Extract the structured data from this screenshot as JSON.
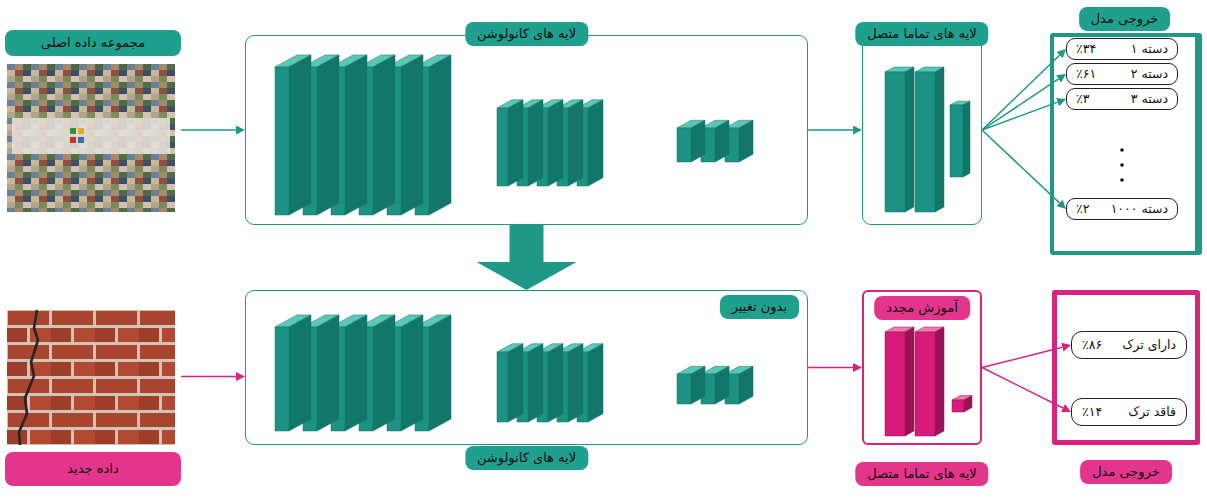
{
  "diagram": {
    "nodes": [
      {
        "text": [
          "مجموعه داده اصلی"
        ]
      },
      {
        "text": [
          "لایه های کانولوشن"
        ]
      },
      {
        "text": [
          "لایه های تماما متصل"
        ]
      },
      {
        "text": [
          "خروجی مدل"
        ]
      },
      {
        "text": [
          "دسته ۱",
          "٪۳۴"
        ],
        "in": 3
      },
      {
        "text": [
          "دسته ۲",
          "٪۶۱"
        ],
        "in": 3
      },
      {
        "text": [
          "دسته ۳",
          "٪۳"
        ],
        "in": 3
      },
      {
        "text": [
          "دسته ۱۰۰۰",
          "٪۲"
        ],
        "in": 3
      },
      {
        "text": [
          "داده جدید"
        ]
      },
      {
        "text": [
          "بدون تغییر",
          "لایه های کانولوشن"
        ]
      },
      {
        "text": [
          "آموزش مجدد",
          "لایه های تماما متصل"
        ]
      },
      {
        "text": [
          "خروجی مدل"
        ]
      },
      {
        "text": [
          "دارای ترک",
          "٪۸۶"
        ],
        "in": 11
      },
      {
        "text": [
          "فاقد ترک",
          "٪۱۴"
        ],
        "in": 11
      }
    ],
    "edges": [
      {
        "from": 0,
        "to": 1,
        "arrow": "to"
      },
      {
        "from": 1,
        "to": 2,
        "arrow": "to"
      },
      {
        "from": 2,
        "to": 4,
        "arrow": "to"
      },
      {
        "from": 2,
        "to": 5,
        "arrow": "to"
      },
      {
        "from": 2,
        "to": 6,
        "arrow": "to"
      },
      {
        "from": 2,
        "to": 7,
        "arrow": "to"
      },
      {
        "from": 1,
        "to": 9,
        "arrow": "to"
      },
      {
        "from": 8,
        "to": 9,
        "arrow": "to"
      },
      {
        "from": 9,
        "to": 10,
        "arrow": "to"
      },
      {
        "from": 10,
        "to": 12,
        "arrow": "to"
      },
      {
        "from": 10,
        "to": 13,
        "arrow": "to"
      }
    ]
  }
}
